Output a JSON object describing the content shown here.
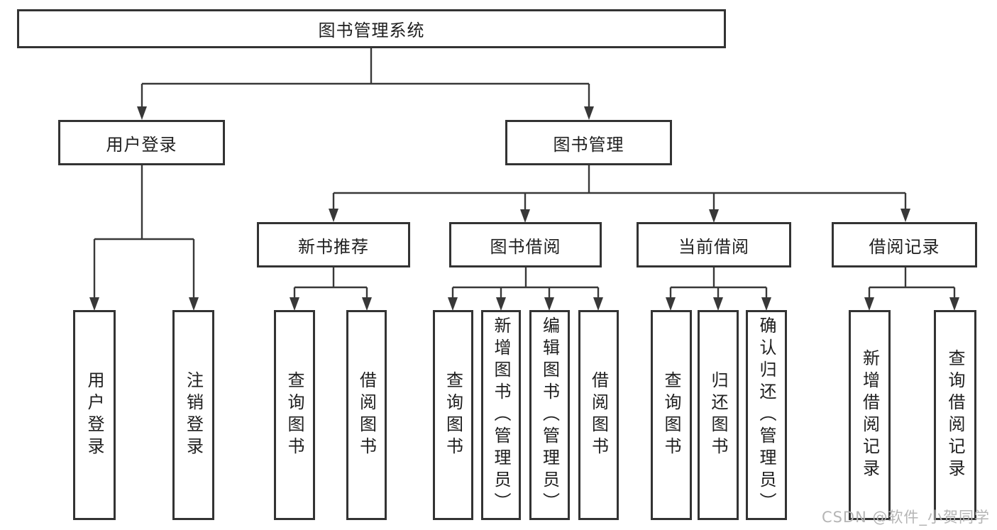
{
  "colors": {
    "line": "#383838",
    "border": "#333333",
    "text": "#1e1e1e",
    "watermark_gray": "#b5b5b5",
    "background": "#ffffff"
  },
  "watermark": "CSDN @软件_小贺同学",
  "tree": {
    "root": {
      "label": "图书管理系统"
    },
    "branches": [
      {
        "label": "用户登录",
        "children": [
          "用户登录",
          "注销登录"
        ]
      },
      {
        "label": "图书管理",
        "children": [
          {
            "label": "新书推荐",
            "children": [
              "查询图书",
              "借阅图书"
            ]
          },
          {
            "label": "图书借阅",
            "children": [
              "查询图书",
              "新增图书（管理员）",
              "编辑图书（管理员）",
              "借阅图书"
            ]
          },
          {
            "label": "当前借阅",
            "children": [
              "查询图书",
              "归还图书",
              "确认归还（管理员）"
            ]
          },
          {
            "label": "借阅记录",
            "children": [
              "新增借阅记录",
              "查询借阅记录"
            ]
          }
        ]
      }
    ]
  }
}
